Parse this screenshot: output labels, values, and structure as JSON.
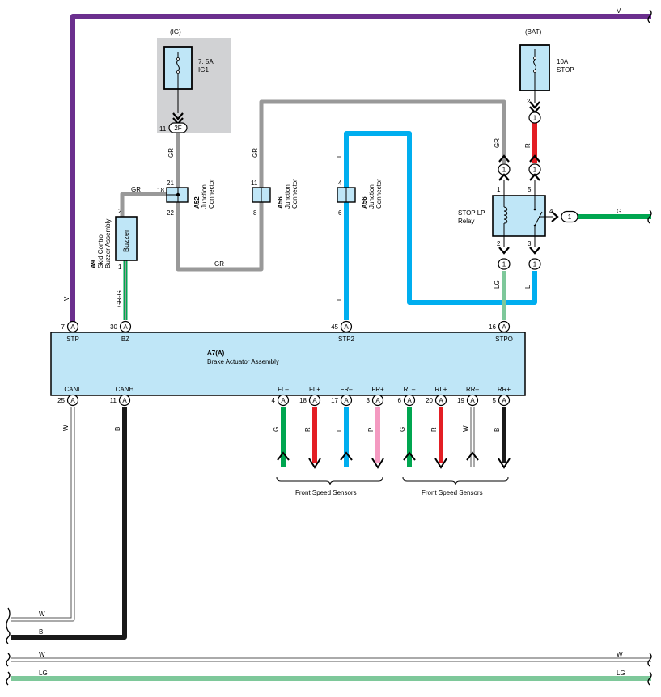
{
  "wire_colors": {
    "V": "#6b2f8e",
    "GR": "#999999",
    "L": "#00aeef",
    "R": "#e31e24",
    "G": "#00a650",
    "LG": "#7ec89a",
    "P": "#f49ac1",
    "B": "#1a1a1a",
    "W": "#ffffff",
    "box_fill": "#bfe6f7",
    "fuse_bg": "#d1d2d4"
  },
  "wires": {
    "v_top": "V",
    "v_left": "V",
    "gr_fuse": "GR",
    "gr_a52_in": "GR",
    "gr_a52_buzzer": "GR",
    "gr_a52_a56": "GR",
    "gr_a56_bottom": "GR",
    "gr_relay": "GR",
    "grg_buzzer": "GR-G",
    "l_stp2": "L",
    "l_stp2_up": "L",
    "r_bat": "R",
    "g_out": "G",
    "lg_stpo": "LG",
    "l_relay": "L",
    "w_canl": "W",
    "b_canh": "B",
    "w_bottom": "W",
    "lg_bottom": "LG"
  },
  "fuse_ig": {
    "header": "(IG)",
    "rating": "7. 5A",
    "name": "IG1",
    "pin": "11",
    "connector": "2F"
  },
  "fuse_bat": {
    "header": "(BAT)",
    "rating": "10A",
    "name": "STOP",
    "pin": "2",
    "connector": "1"
  },
  "junction_a52": {
    "code": "A52",
    "line1": "Junction",
    "line2": "Connector",
    "pins": [
      "21",
      "18",
      "22"
    ]
  },
  "junction_a56_1": {
    "code": "A56",
    "line1": "Junction",
    "line2": "Connector",
    "pins": [
      "11",
      "8"
    ]
  },
  "junction_a56_2": {
    "code": "A56",
    "line1": "Junction",
    "line2": "Connector",
    "pins": [
      "4",
      "6"
    ]
  },
  "buzzer": {
    "code": "A9",
    "line1": "Skid Control",
    "line2": "Buzzer Assembly",
    "label": "Buzzer",
    "pins": [
      "2",
      "1"
    ]
  },
  "relay": {
    "name_line1": "STOP LP",
    "name_line2": "Relay",
    "pins": [
      "1",
      "5",
      "2",
      "3",
      "4"
    ],
    "connectors": [
      "1",
      "1",
      "1",
      "1",
      "1"
    ]
  },
  "actuator": {
    "code": "A7(A)",
    "name": "Brake Actuator Assembly",
    "conn": "A",
    "top_terminals": [
      {
        "pin": "7",
        "name": "STP"
      },
      {
        "pin": "30",
        "name": "BZ"
      },
      {
        "pin": "45",
        "name": "STP2"
      },
      {
        "pin": "16",
        "name": "STPO"
      }
    ],
    "bottom_terminals": [
      {
        "pin": "25",
        "name": "CANL",
        "wire": "W"
      },
      {
        "pin": "11",
        "name": "CANH",
        "wire": "B"
      },
      {
        "pin": "4",
        "name": "FL–",
        "wire": "G"
      },
      {
        "pin": "18",
        "name": "FL+",
        "wire": "R"
      },
      {
        "pin": "17",
        "name": "FR–",
        "wire": "L"
      },
      {
        "pin": "3",
        "name": "FR+",
        "wire": "P"
      },
      {
        "pin": "6",
        "name": "RL–",
        "wire": "G"
      },
      {
        "pin": "20",
        "name": "RL+",
        "wire": "R"
      },
      {
        "pin": "19",
        "name": "RR–",
        "wire": "W"
      },
      {
        "pin": "5",
        "name": "RR+",
        "wire": "B"
      }
    ]
  },
  "sensor_groups": [
    "Front Speed Sensors",
    "Front Speed Sensors"
  ]
}
